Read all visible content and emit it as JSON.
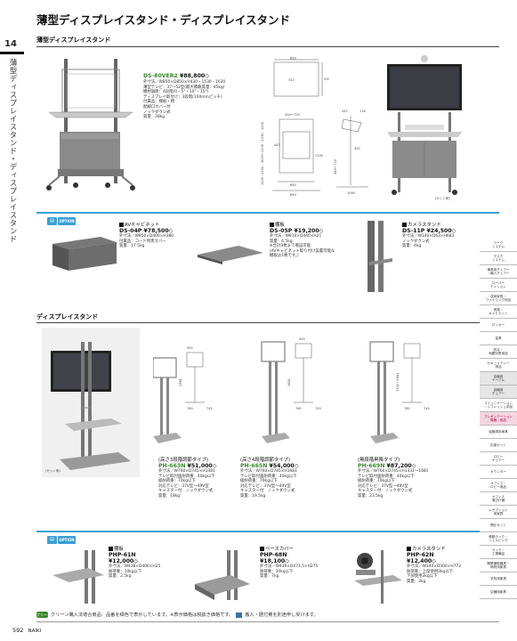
{
  "page": {
    "title": "薄型ディスプレイスタンド・ディスプレイスタンド",
    "page_tab": "14",
    "vertical_title": "薄型ディスプレイスタンド・ディスプレイスタンド",
    "page_number": "592",
    "brand": "NAIKI"
  },
  "section1": {
    "title": "薄型ディスプレイスタンド",
    "main": {
      "model": "DS-80VER2",
      "price": "¥88,800",
      "specs": [
        "外寸法／W850×D850×H430・1530・1630",
        "薄型テレビ：37〜52型(最大積載質量：45kg)",
        "機材調節：4段階(0・5°・10°・15°)",
        "ディスプレイ取付け：3段階(100mmピッチ)",
        "付属品：棚板・椅",
        "配線口カバー付",
        "ノックダウン式",
        "質量：38kg"
      ],
      "set_label": "(セット例)"
    },
    "dims": {
      "top_w": "850",
      "depth_a": "320",
      "h_a": "530",
      "inner": "200〜725",
      "h_b": "1430・1530・1630〜1130・1230・1430",
      "h_c": "443",
      "h_d": "1140",
      "w_b": "650",
      "w_c": "890",
      "d_a": "442",
      "d_b": "118",
      "d_c": "400",
      "d_d": "1090",
      "d_e": "480〜720"
    },
    "option_label": "OPTION",
    "options": [
      {
        "name": "AVキャビネット",
        "model": "DS-04P",
        "price": "¥78,500",
        "specs": [
          "外寸法／W850×D400×H380",
          "付属品：コード用黒カバー",
          "質量：17.5kg"
        ]
      },
      {
        "name": "棚板",
        "model": "DS-05P",
        "price": "¥19,200",
        "specs": [
          "外寸法／W810×D440×H21",
          "質量：4.5kg",
          "※合計3枚まで増設可能",
          "(AVキャビネット取り付け設置可能な",
          "棚板は1枚です。)"
        ]
      },
      {
        "name": "カメラスタンド",
        "model": "DS-11P",
        "price": "¥24,500",
        "specs": [
          "外寸法／W140×D63×H683",
          "ノックダウン式",
          "質量：4kg"
        ]
      }
    ]
  },
  "section2": {
    "title": "ディスプレイスタンド",
    "set_label": "(セット例)",
    "products": [
      {
        "type": "(高さ3段階調節タイプ)",
        "model": "PH-663N",
        "price": "¥51,000",
        "specs": [
          "外寸法／W760×D745×H1381",
          "テレビ取付面耐荷重：40kg以下",
          "総耐荷重：70kg以下",
          "対応テレビ：37V型〜49V型",
          "キャスター付　ノックダウン式",
          "質量：18kg"
        ]
      },
      {
        "type": "(高さ4段階調節タイプ)",
        "model": "PH-665N",
        "price": "¥54,000",
        "specs": [
          "外寸法／W760×D745×H1681",
          "テレビ取付面耐荷重：40kg以下",
          "総耐荷重：70kg以下",
          "対応テレビ：37V型〜49V型",
          "キャスター付　ノックダウン式",
          "質量：19.5kg"
        ]
      },
      {
        "type": "(無段階昇降タイプ)",
        "model": "PH-669N",
        "price": "¥87,200",
        "specs": [
          "外寸法／W760×D745×H1331〜1681",
          "テレビ取付面耐荷重：40kg以下",
          "総耐荷重：70kg以下",
          "対応テレビ：37V型〜49V型",
          "キャスター付　ノックダウン式",
          "質量：23.5kg"
        ]
      }
    ],
    "option_label": "OPTION",
    "options": [
      {
        "name": "棚板",
        "model": "PHP-61N",
        "price": "¥12,000",
        "specs": [
          "外寸法／W438×D400×H25",
          "耐荷重：10kg以下",
          "質量：2.5kg"
        ]
      },
      {
        "name": "ベースカバー",
        "model": "PHP-68N",
        "price": "¥18,100",
        "specs": [
          "外寸法／W439×D473.5×H275",
          "耐荷重：30kg以下",
          "質量：7kg"
        ]
      },
      {
        "name": "カメラスタンド",
        "model": "PHP-62N",
        "price": "¥12,400",
        "specs": [
          "外寸法／W340×D300×H772",
          "耐荷重：上部使用3kg以下",
          "下部使用3kg以下",
          "質量：3kg"
        ]
      }
    ],
    "dims": {
      "d1": "500",
      "d2": "760",
      "d3": "745",
      "d4": "760",
      "d5": "745",
      "d6": "760",
      "d7": "745",
      "d8": "1381",
      "d9": "1681",
      "d10": "1331〜1681"
    }
  },
  "sidebar": {
    "items": [
      "ワーク\nシステム",
      "デスク\nシステム",
      "事務用チェアー\n・輸入チェアー",
      "ローパー\nティション",
      "収納家具・\nファイリング用品",
      "書庫・\nキャビネット",
      "ロッカー",
      "金庫",
      "防災・\n地震対策用品",
      "セキュリティー\n用品",
      "会議用\nテーブル",
      "会議用\nチェアー",
      "コミュニケーション\n・リフレッシュ用品",
      "プレゼンテーション\n機器・用品",
      "保管庫用家具",
      "応接セット",
      "ロビー\nチェアー",
      "カウンター",
      "オフィス・\nロビー用品",
      "オフィス\n周辺什器",
      "レセプション\n用家具",
      "間仕セット",
      "移動ラック・\nシェルビング",
      "ラック・\n工場備品",
      "職業補助器具・\n病院用家具",
      "学校用家具",
      "店舗用家具"
    ]
  },
  "footnote": {
    "green_icon": "グリーン",
    "text1": "グリーン購入法適合商品：品番を緑色で表示しています。※表示価格は税抜き価格です。",
    "text2": "搬入・据付費を別途申し受けます。"
  }
}
